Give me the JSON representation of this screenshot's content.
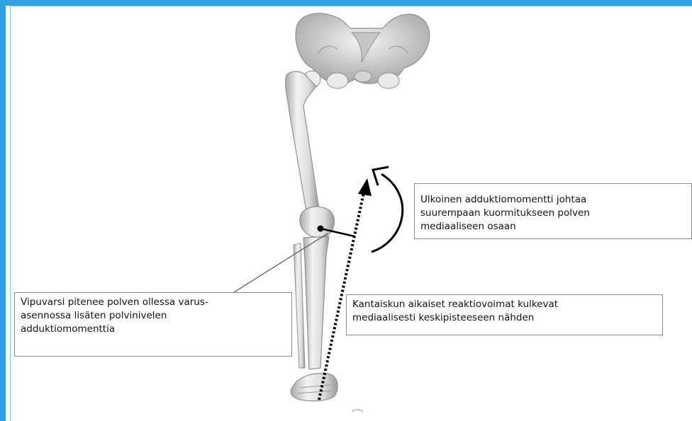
{
  "callouts": {
    "moment": {
      "line1": "Ulkoinen adduktiomomentti johtaa",
      "line2": "suurempaan kuormitukseen polven",
      "line3": "mediaaliseen osaan"
    },
    "lever": {
      "line1": "Vipuvarsi pitenee polven ollessa varus-",
      "line2": "asennossa lisäten polvinivelen",
      "line3": "adduktiomomenttia"
    },
    "force": {
      "line1": "Kantaiskun aikaiset reaktiovoimat kulkevat",
      "line2": "mediaalisesti keskipisteeseen nähden"
    }
  },
  "colors": {
    "frame": "#2ea0e6",
    "bone": "#e4e4e4",
    "bone_shadow": "#a9a9a9",
    "arrow": "#000000"
  }
}
